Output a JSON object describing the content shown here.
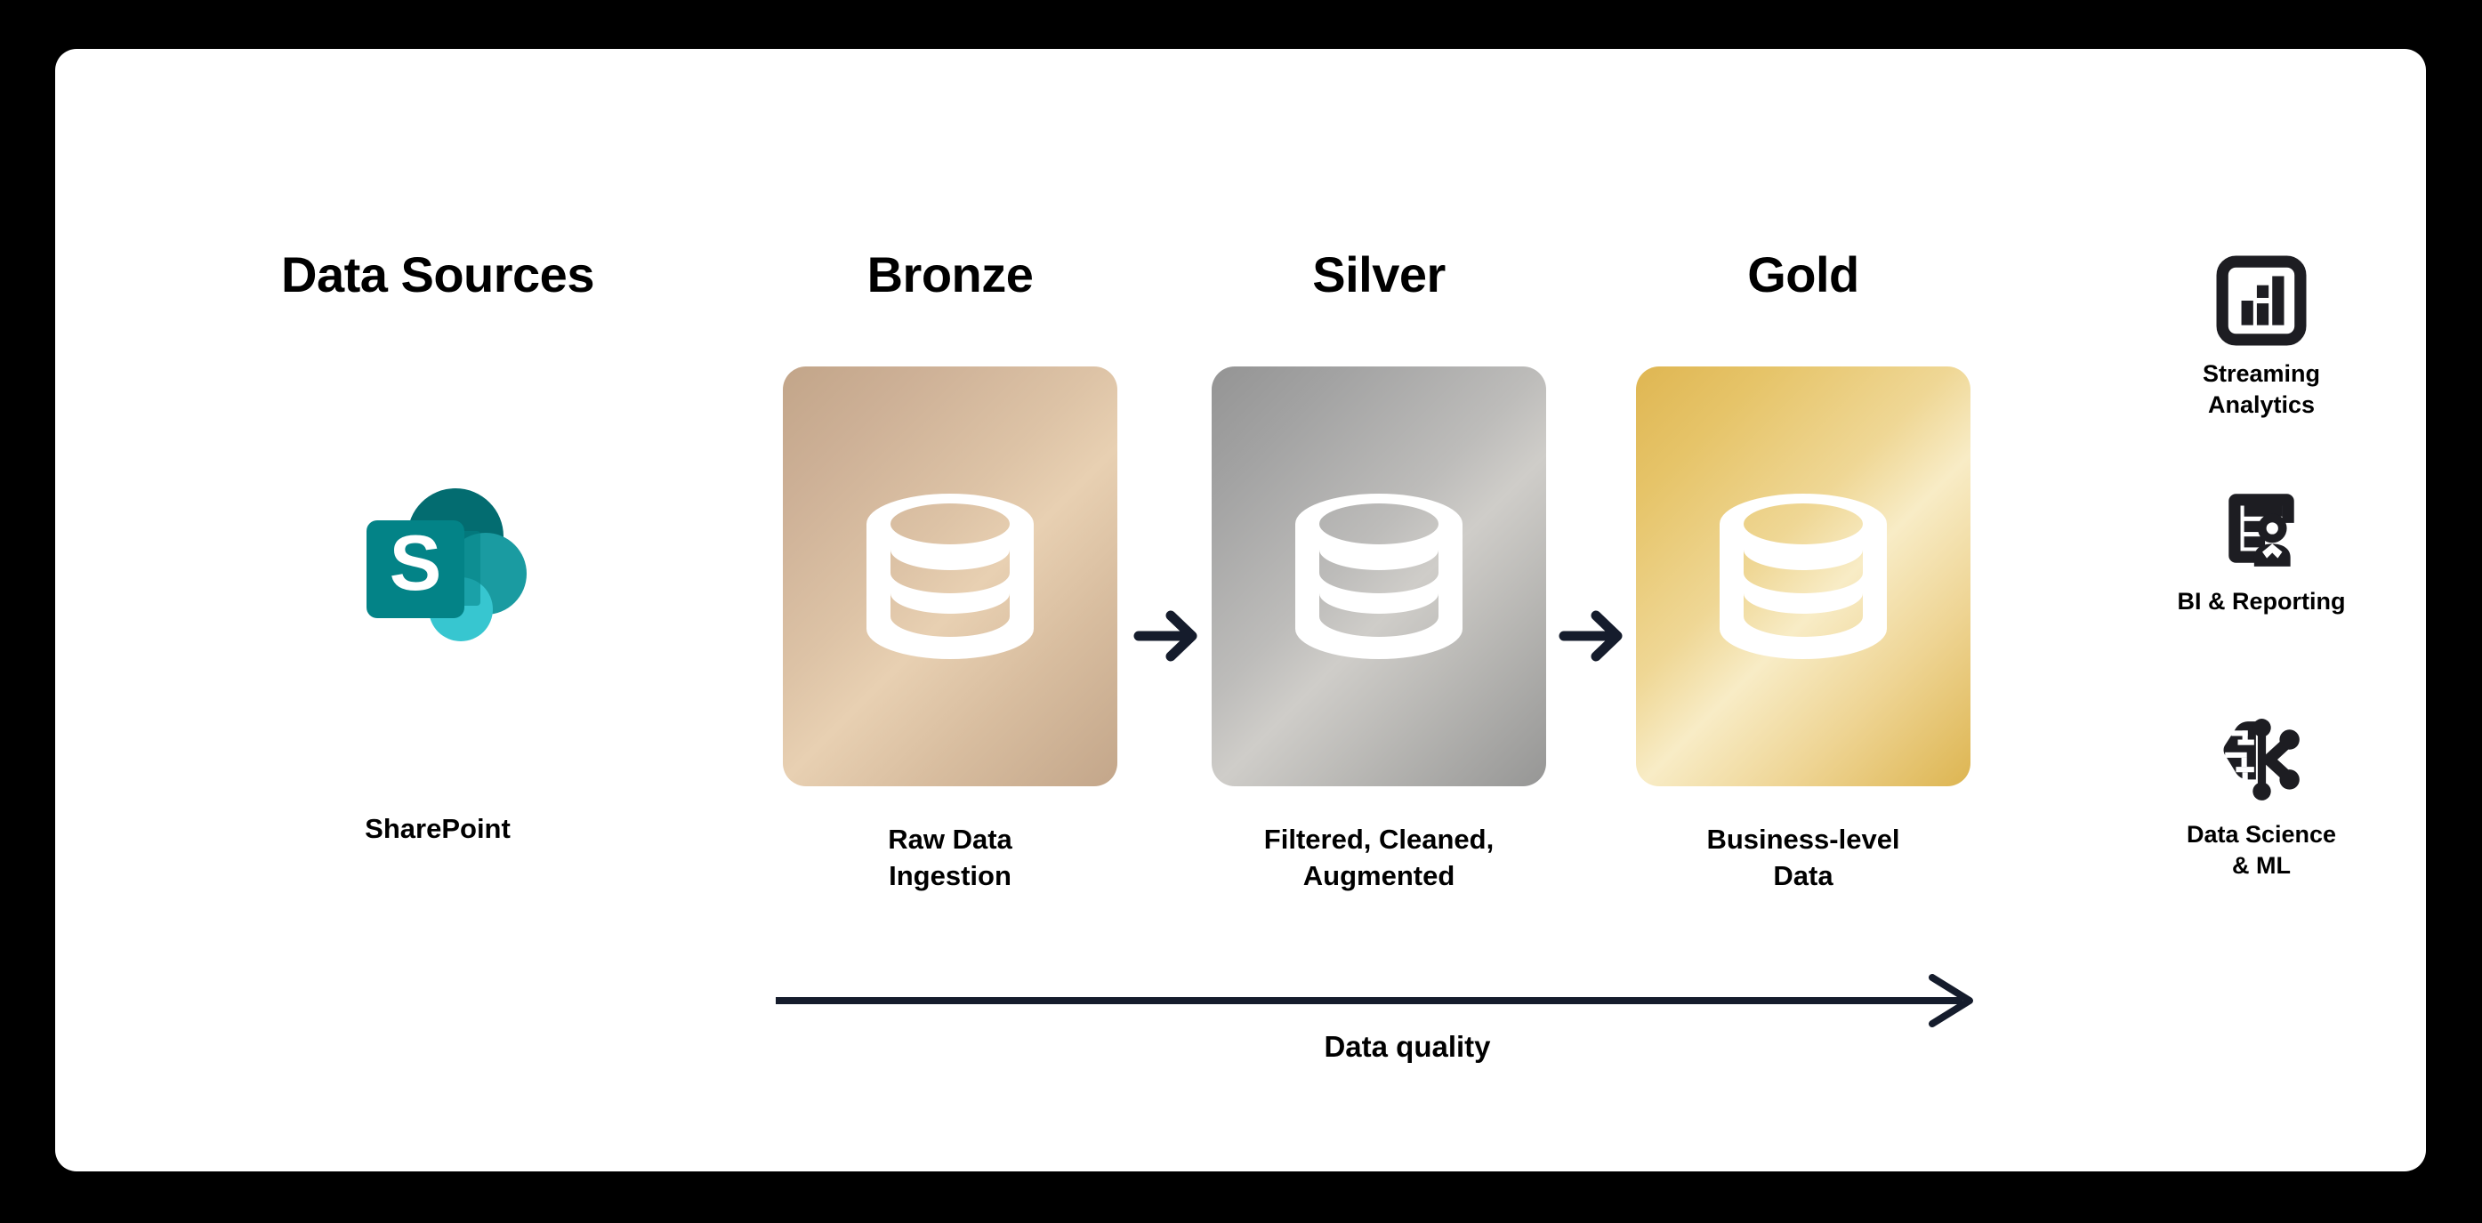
{
  "diagram": {
    "type": "medallion-architecture",
    "background_color": "#000000",
    "card_color": "#ffffff",
    "accent_color": "#151c2c"
  },
  "sources": {
    "title": "Data Sources",
    "items": [
      {
        "label": "SharePoint",
        "icon": "sharepoint-logo",
        "colors": {
          "dark_circle": "#036c70",
          "mid_circle": "#1a9ba1",
          "light_circle": "#37c6d0",
          "tile": "#038387",
          "letter": "S",
          "letter_color": "#ffffff"
        }
      }
    ]
  },
  "layers": [
    {
      "id": "bronze",
      "title": "Bronze",
      "caption": "Raw Data\nIngestion",
      "icon": "database-icon",
      "gradient_from": "#c2a589",
      "gradient_to": "#e8d0b2"
    },
    {
      "id": "silver",
      "title": "Silver",
      "caption": "Filtered, Cleaned,\nAugmented",
      "icon": "database-icon",
      "gradient_from": "#949494",
      "gradient_to": "#cfcdc9"
    },
    {
      "id": "gold",
      "title": "Gold",
      "caption": "Business-level\nData",
      "icon": "database-icon",
      "gradient_from": "#dfb652",
      "gradient_to": "#f8ecc6"
    }
  ],
  "flow": {
    "arrow_icon": "arrow-right-icon",
    "arrow_color": "#151c2c",
    "connectors": 2
  },
  "quality_axis": {
    "label": "Data quality",
    "direction": "increasing-left-to-right",
    "icon": "long-arrow-right-icon",
    "color": "#151c2c"
  },
  "consumers": [
    {
      "label": "Streaming\nAnalytics",
      "icon": "bar-chart-box-icon"
    },
    {
      "label": "BI & Reporting",
      "icon": "report-person-icon"
    },
    {
      "label": "Data Science\n& ML",
      "icon": "brain-circuit-icon"
    }
  ]
}
